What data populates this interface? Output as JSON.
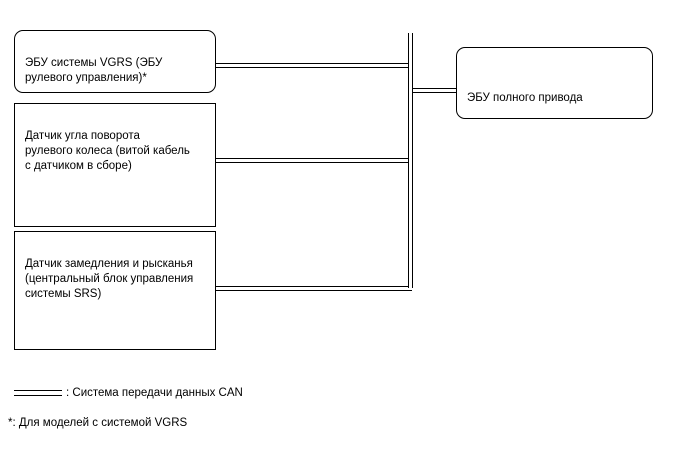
{
  "diagram": {
    "type": "block-wiring-diagram",
    "nodes": [
      {
        "id": "vgrs-ecu",
        "label": "ЭБУ системы VGRS (ЭБУ\nрулевого управления)*"
      },
      {
        "id": "steering-angle-sensor",
        "label": "Датчик угла поворота\nрулевого колеса (витой кабель\nс датчиком в сборе)"
      },
      {
        "id": "yaw-rate-sensor",
        "label": "Датчик замедления и рысканья\n(центральный блок управления\nсистемы SRS)"
      },
      {
        "id": "awd-ecu",
        "label": "ЭБУ полного привода"
      }
    ],
    "legend": {
      "bus_label": ": Система передачи данных CAN"
    },
    "footnote": "*: Для моделей с системой VGRS"
  }
}
